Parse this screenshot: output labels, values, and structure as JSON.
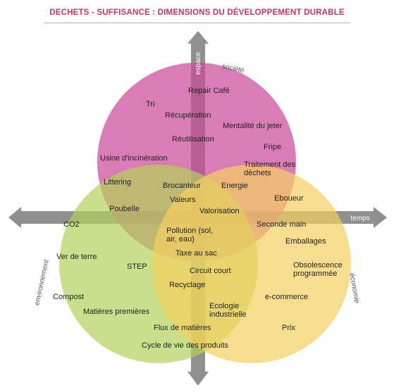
{
  "title": "DECHETS - SUFFISANCE : DIMENSIONS DU DÉVELOPPEMENT DURABLE",
  "axes": {
    "espace": "espace",
    "temps": "temps"
  },
  "dimensions": {
    "societe": "société",
    "environnement": "environnement",
    "economie": "économie"
  },
  "colors": {
    "title": "#c8336a",
    "societe": "#cc4a9a",
    "environnement": "#b4d25a",
    "economie": "#f3d060",
    "arrow": "#8f8f8f"
  },
  "labels": {
    "repair_cafe": "Repair Café",
    "tri": "Tri",
    "recuperation": "Récupération",
    "mentalite": "Mentalité du jeter",
    "reutilisation": "Réutilisation",
    "fripe": "Fripe",
    "usine": "Usine d'incinération",
    "traitement_1": "Traitement des",
    "traitement_2": "déchets",
    "littering": "Littering",
    "brocanteur": "Brocanteur",
    "energie": "Energie",
    "ebboueur": "Eboueur",
    "valeurs": "Valeurs",
    "poubelle": "Poubelle",
    "valorisation": "Valorisation",
    "co2": "CO2",
    "seconde_main": "Seconde main",
    "pollution_1": "Pollution (sol,",
    "pollution_2": "air, eau)",
    "emballages": "Emballages",
    "taxe": "Taxe au sac",
    "ver_de_terre": "Ver de terre",
    "step": "STEP",
    "obsolescence_1": "Obsolescence",
    "obsolescence_2": "programmée",
    "circuit_court": "Circuit court",
    "recyclage": "Recyclage",
    "compost": "Compost",
    "ecommerce": "e-commerce",
    "ecologie_1": "Ecologie",
    "ecologie_2": "industrielle",
    "matieres": "Matières premières",
    "prix": "Prix",
    "flux": "Flux de matières",
    "cycle": "Cycle de vie des produits"
  }
}
